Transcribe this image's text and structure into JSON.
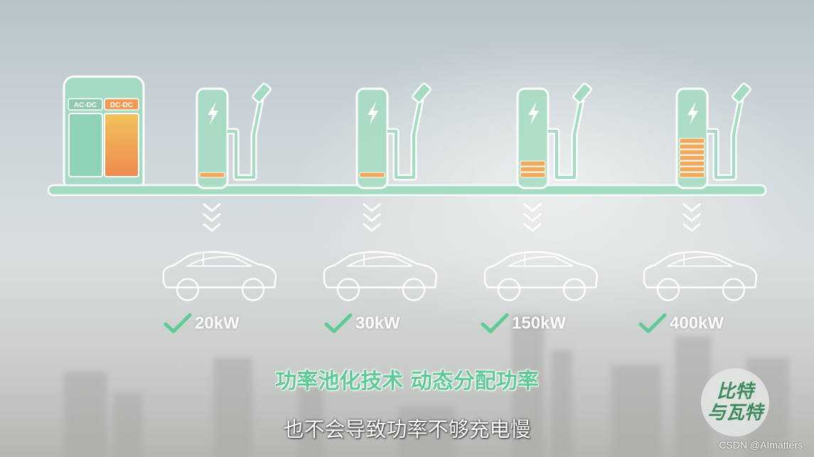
{
  "module": {
    "ac_dc_label": "AC-DC",
    "dc_dc_label": "DC-DC"
  },
  "stations": [
    {
      "power_label": "20kW",
      "power_blocks": 1
    },
    {
      "power_label": "30kW",
      "power_blocks": 1
    },
    {
      "power_label": "150kW",
      "power_blocks": 3
    },
    {
      "power_label": "400kW",
      "power_blocks": 7
    }
  ],
  "captions": {
    "highlight": "功率池化技术 动态分配功率",
    "subtitle": "也不会导致功率不够充电慢"
  },
  "logo": {
    "line1": "比特",
    "line2": "与瓦特"
  },
  "watermark": "CSDN @AImatters",
  "colors": {
    "accent_green": "#5ecb96",
    "station_fill": "#a3dcc0",
    "module_fill": "#9fdcc1",
    "power_block": "#f0a85a",
    "dc_gradient_top": "#f2c25a",
    "dc_gradient_bottom": "#ee8a52"
  }
}
